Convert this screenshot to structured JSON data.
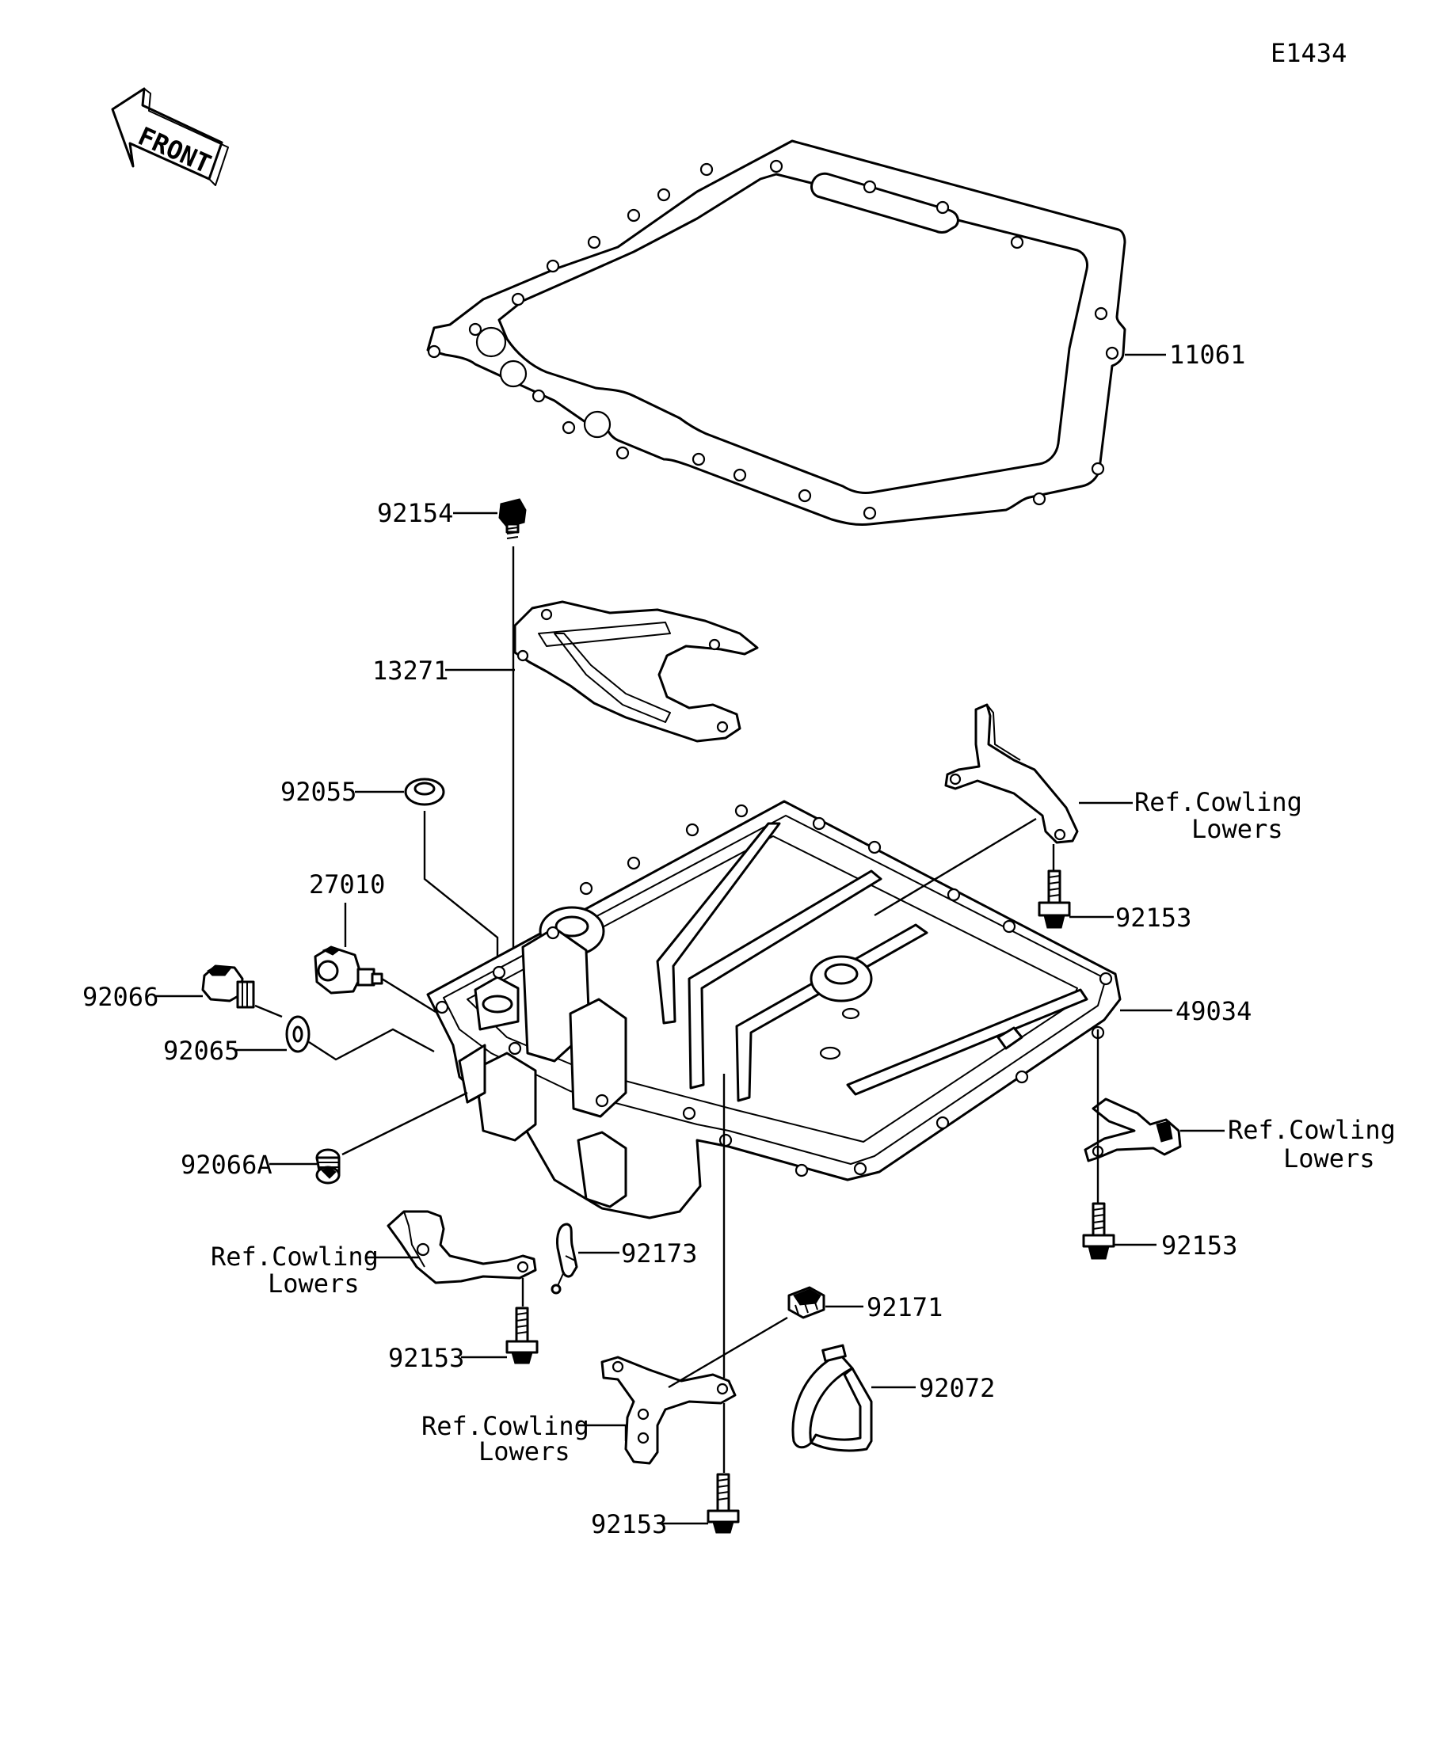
{
  "diagram_code": "E1434",
  "front_label": "FRONT",
  "labels": {
    "p11061": "11061",
    "p92154": "92154",
    "p13271": "13271",
    "p92055": "92055",
    "p27010": "27010",
    "p92066": "92066",
    "p92065": "92065",
    "p92066A": "92066A",
    "p49034": "49034",
    "p92153_a": "92153",
    "p92153_b": "92153",
    "p92153_c": "92153",
    "p92153_d": "92153",
    "p92173": "92173",
    "p92171": "92171",
    "p92072": "92072"
  },
  "refs": {
    "top_right": {
      "line1": "Ref.Cowling",
      "line2": "Lowers"
    },
    "mid_right": {
      "line1": "Ref.Cowling",
      "line2": "Lowers"
    },
    "left": {
      "line1": "Ref.Cowling",
      "line2": "Lowers"
    },
    "bottom": {
      "line1": "Ref.Cowling",
      "line2": "Lowers"
    }
  }
}
